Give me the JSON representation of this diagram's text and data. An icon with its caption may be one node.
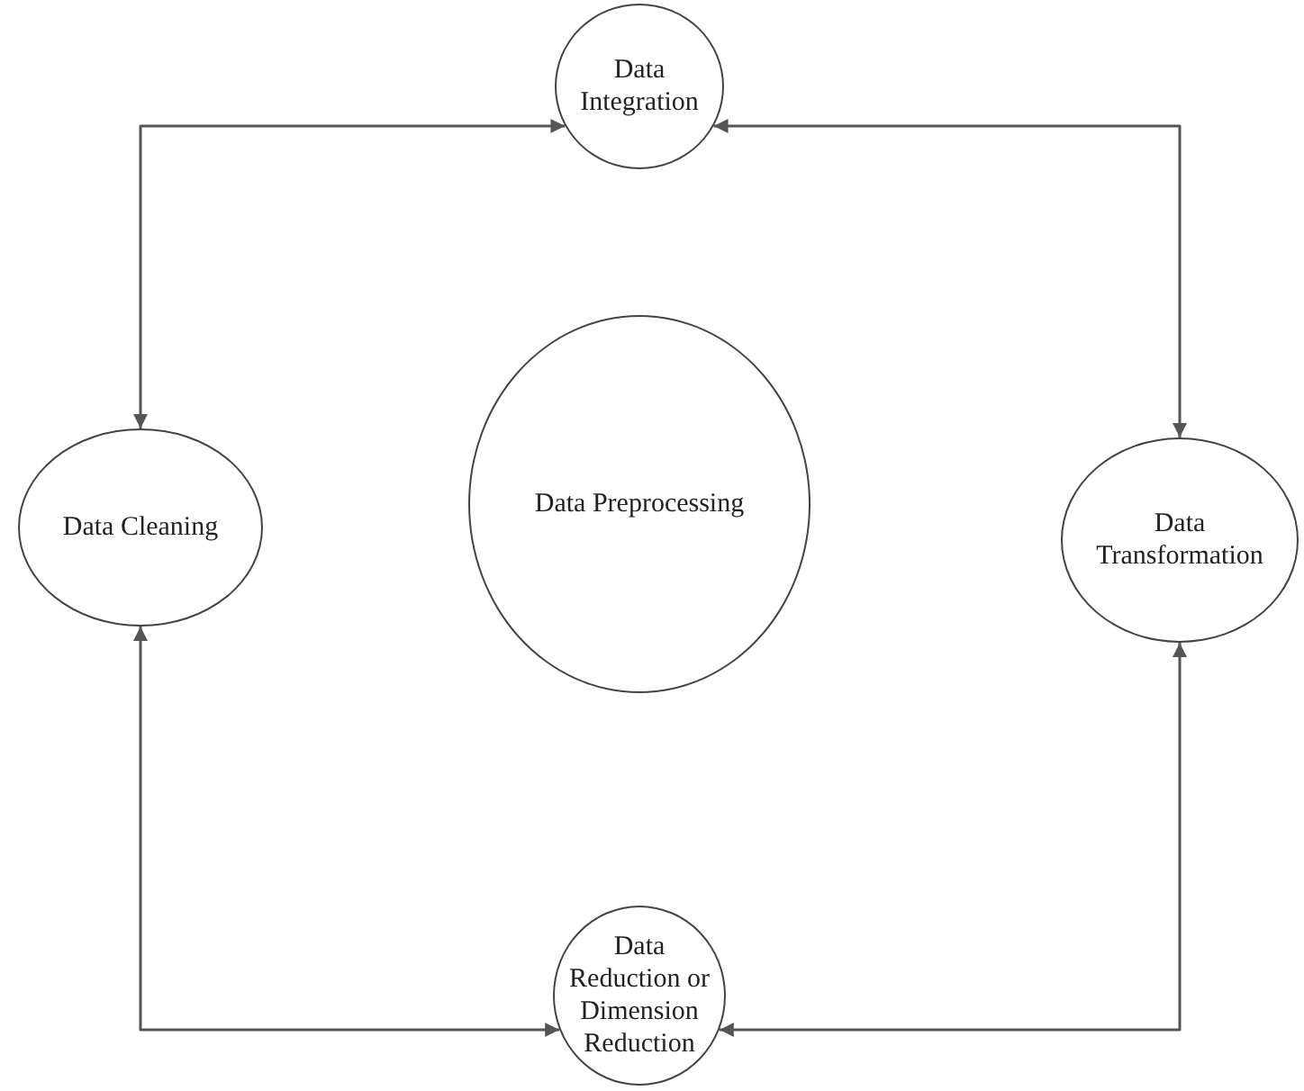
{
  "diagram": {
    "nodes": [
      {
        "text": [
          "Data Integration"
        ]
      },
      {
        "text": [
          "Data Cleaning"
        ]
      },
      {
        "text": [
          "Data Preprocessing"
        ]
      },
      {
        "text": [
          "Data Transformation"
        ]
      },
      {
        "text": [
          "Data Reduction or Dimension Reduction"
        ]
      }
    ],
    "edges": [
      {
        "from": 1,
        "to": 0,
        "arrow": "both"
      },
      {
        "from": 0,
        "to": 3,
        "arrow": "both"
      },
      {
        "from": 1,
        "to": 4,
        "arrow": "both"
      },
      {
        "from": 4,
        "to": 3,
        "arrow": "both"
      }
    ]
  }
}
